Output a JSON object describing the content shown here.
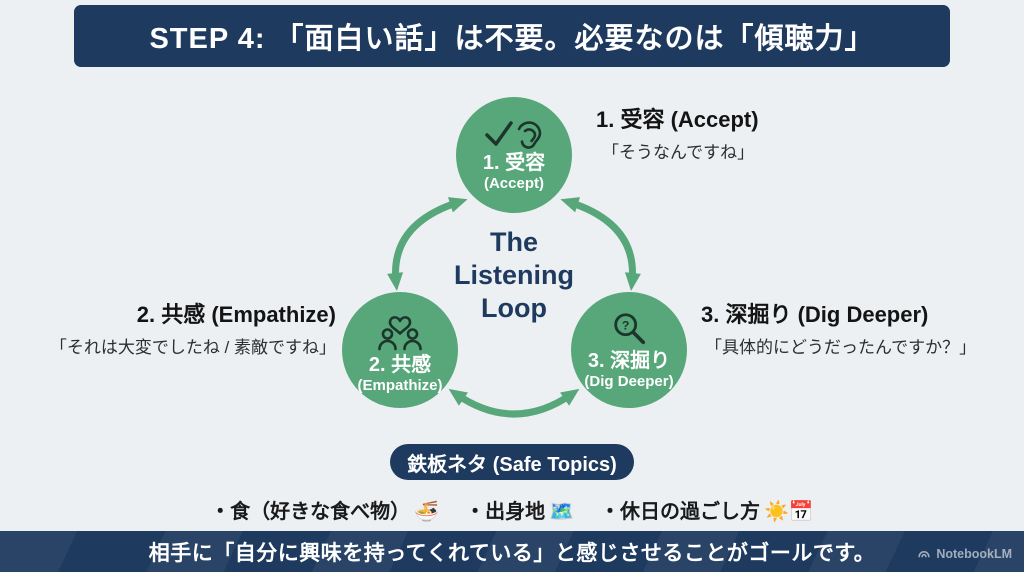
{
  "header": {
    "title": "STEP 4: 「面白い話」は不要。必要なのは「傾聴力」"
  },
  "loop": {
    "center_title": "The Listening Loop",
    "nodes": [
      {
        "id": "accept",
        "label": "1. 受容",
        "sub": "(Accept)",
        "icon": "check-ear-icon"
      },
      {
        "id": "empathize",
        "label": "2. 共感",
        "sub": "(Empathize)",
        "icon": "people-heart-icon"
      },
      {
        "id": "dig-deeper",
        "label": "3. 深掘り",
        "sub": "(Dig Deeper)",
        "icon": "magnifier-question-icon"
      }
    ],
    "annotations": [
      {
        "title": "1. 受容 (Accept)",
        "quote": "「そうなんですね」"
      },
      {
        "title": "2. 共感 (Empathize)",
        "quote": "「それは大変でしたね / 素敵ですね」"
      },
      {
        "title": "3. 深掘り (Dig Deeper)",
        "quote": "「具体的にどうだったんですか？」"
      }
    ]
  },
  "safe_topics": {
    "pill": "鉄板ネタ (Safe Topics)",
    "items": [
      {
        "text": "・食（好きな食べ物）",
        "emoji": "🍜"
      },
      {
        "text": "・出身地",
        "emoji": "🗺️"
      },
      {
        "text": "・休日の過ごし方",
        "emoji": "☀️📅"
      }
    ]
  },
  "footer": {
    "message": "相手に「自分に興味を持ってくれている」と感じさせることがゴールです。",
    "brand": "NotebookLM"
  },
  "colors": {
    "navy": "#1e3a5f",
    "green": "#57a77a",
    "background": "#edf0f3",
    "icon_dark": "#1c362c"
  }
}
